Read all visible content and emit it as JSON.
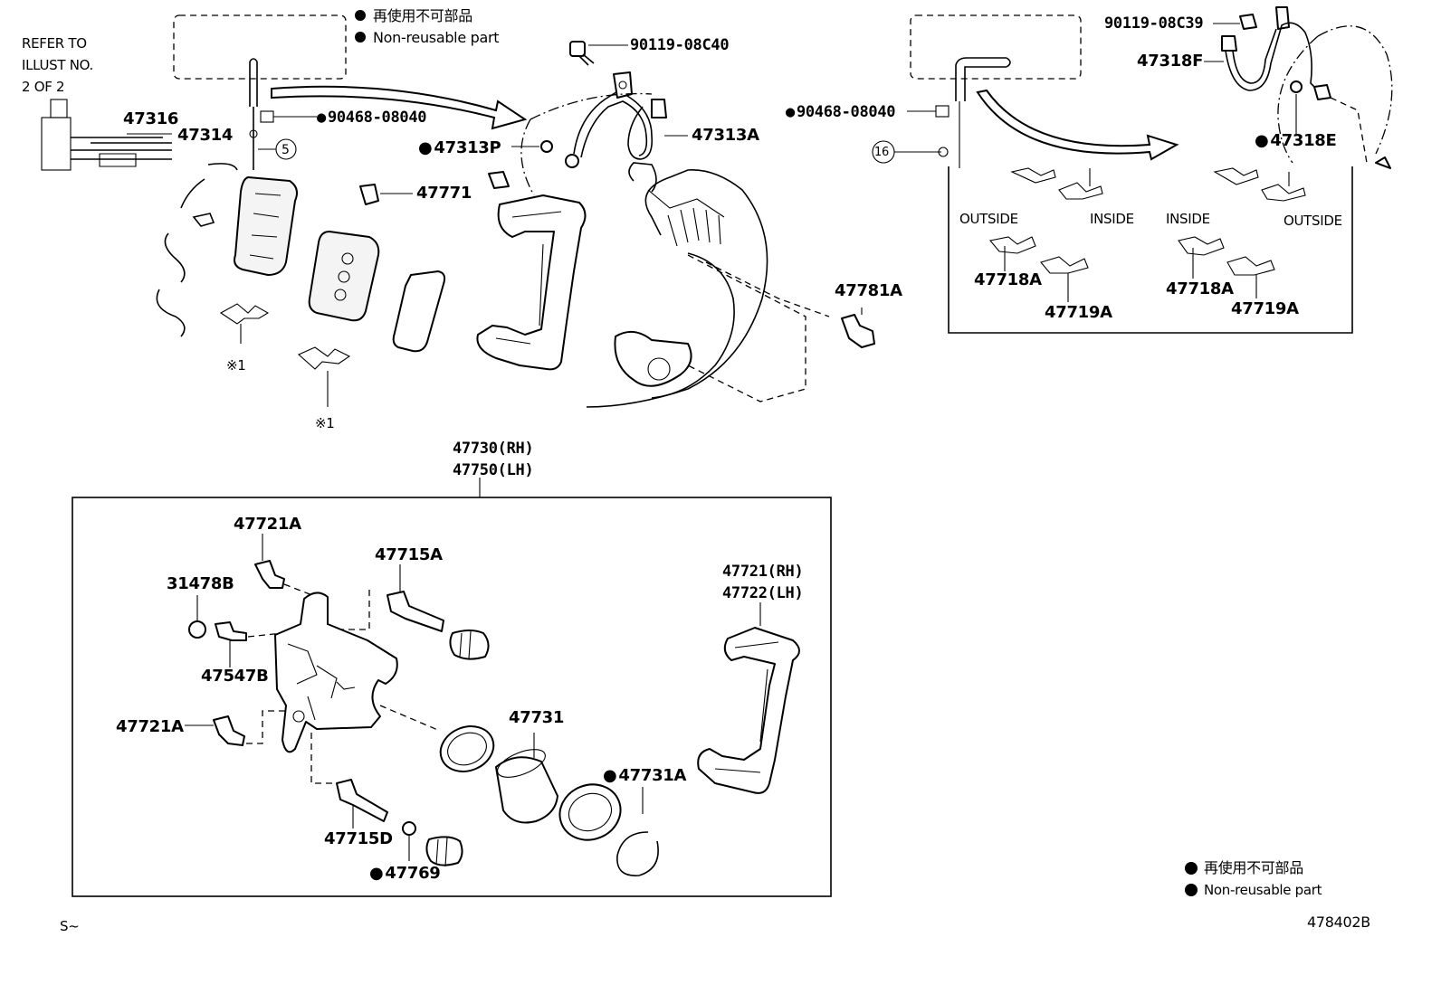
{
  "legend_top": {
    "ja": "再使用不可部品",
    "en": "Non-reusable part"
  },
  "legend_bottom": {
    "ja": "再使用不可部品",
    "en": "Non-reusable part"
  },
  "refer_note": {
    "line1": "REFER TO",
    "line2": "ILLUST NO.",
    "line3": "2 OF 2"
  },
  "parts": {
    "p47316": "47316",
    "p47314": "47314",
    "c5": "5",
    "p90468_left": "90468-08040",
    "p90119_c40": "90119-08C40",
    "p47313P": "47313P",
    "p47313A": "47313A",
    "p47771": "47771",
    "p47781A": "47781A",
    "note1a": "※1",
    "note1b": "※1",
    "p47730": "47730(RH)",
    "p47750": "47750(LH)",
    "p90119_c39": "90119-08C39",
    "p47318F": "47318F",
    "p90468_right": "90468-08040",
    "c16": "16",
    "p47318E": "47318E",
    "outside_l": "OUTSIDE",
    "inside_l": "INSIDE",
    "inside_r": "INSIDE",
    "outside_r": "OUTSIDE",
    "p47718A_l": "47718A",
    "p47719A_l": "47719A",
    "p47718A_r": "47718A",
    "p47719A_r": "47719A",
    "p47721A_top": "47721A",
    "p47715A": "47715A",
    "p31478B": "31478B",
    "p47547B": "47547B",
    "p47721A_left": "47721A",
    "p47721RH": "47721(RH)",
    "p47722LH": "47722(LH)",
    "p47731": "47731",
    "p47731A": "47731A",
    "p47715D": "47715D",
    "p47769": "47769"
  },
  "footer": {
    "left_code": "S~",
    "drawing_no": "478402B"
  }
}
